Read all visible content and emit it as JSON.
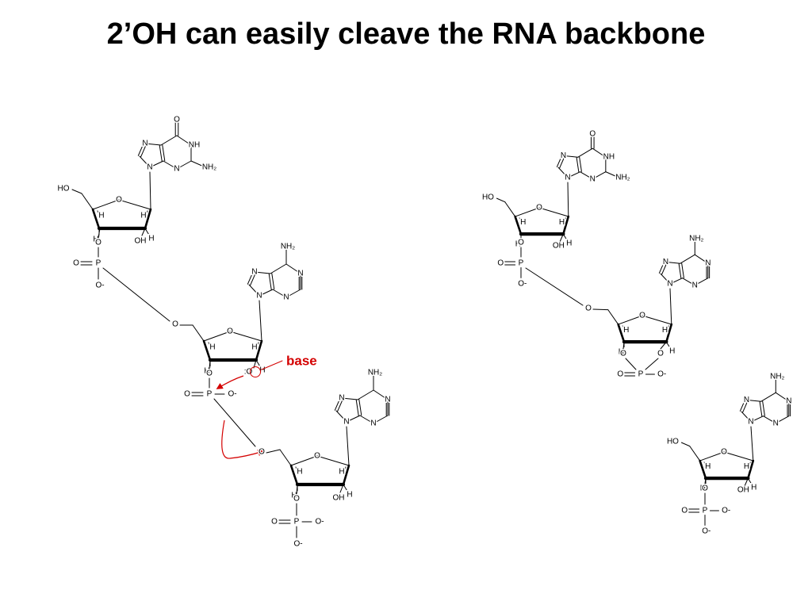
{
  "slide": {
    "title": "2’OH can easily cleave the RNA backbone",
    "accent_color": "#d40000"
  },
  "labels": {
    "O": "O",
    "N": "N",
    "NH": "NH",
    "NH2": "NH₂",
    "H": "H",
    "HO": "HO",
    "OH": "OH",
    "P": "P",
    "O_minus": "O-",
    "O_lone_pair": ":O",
    "base": "base"
  }
}
